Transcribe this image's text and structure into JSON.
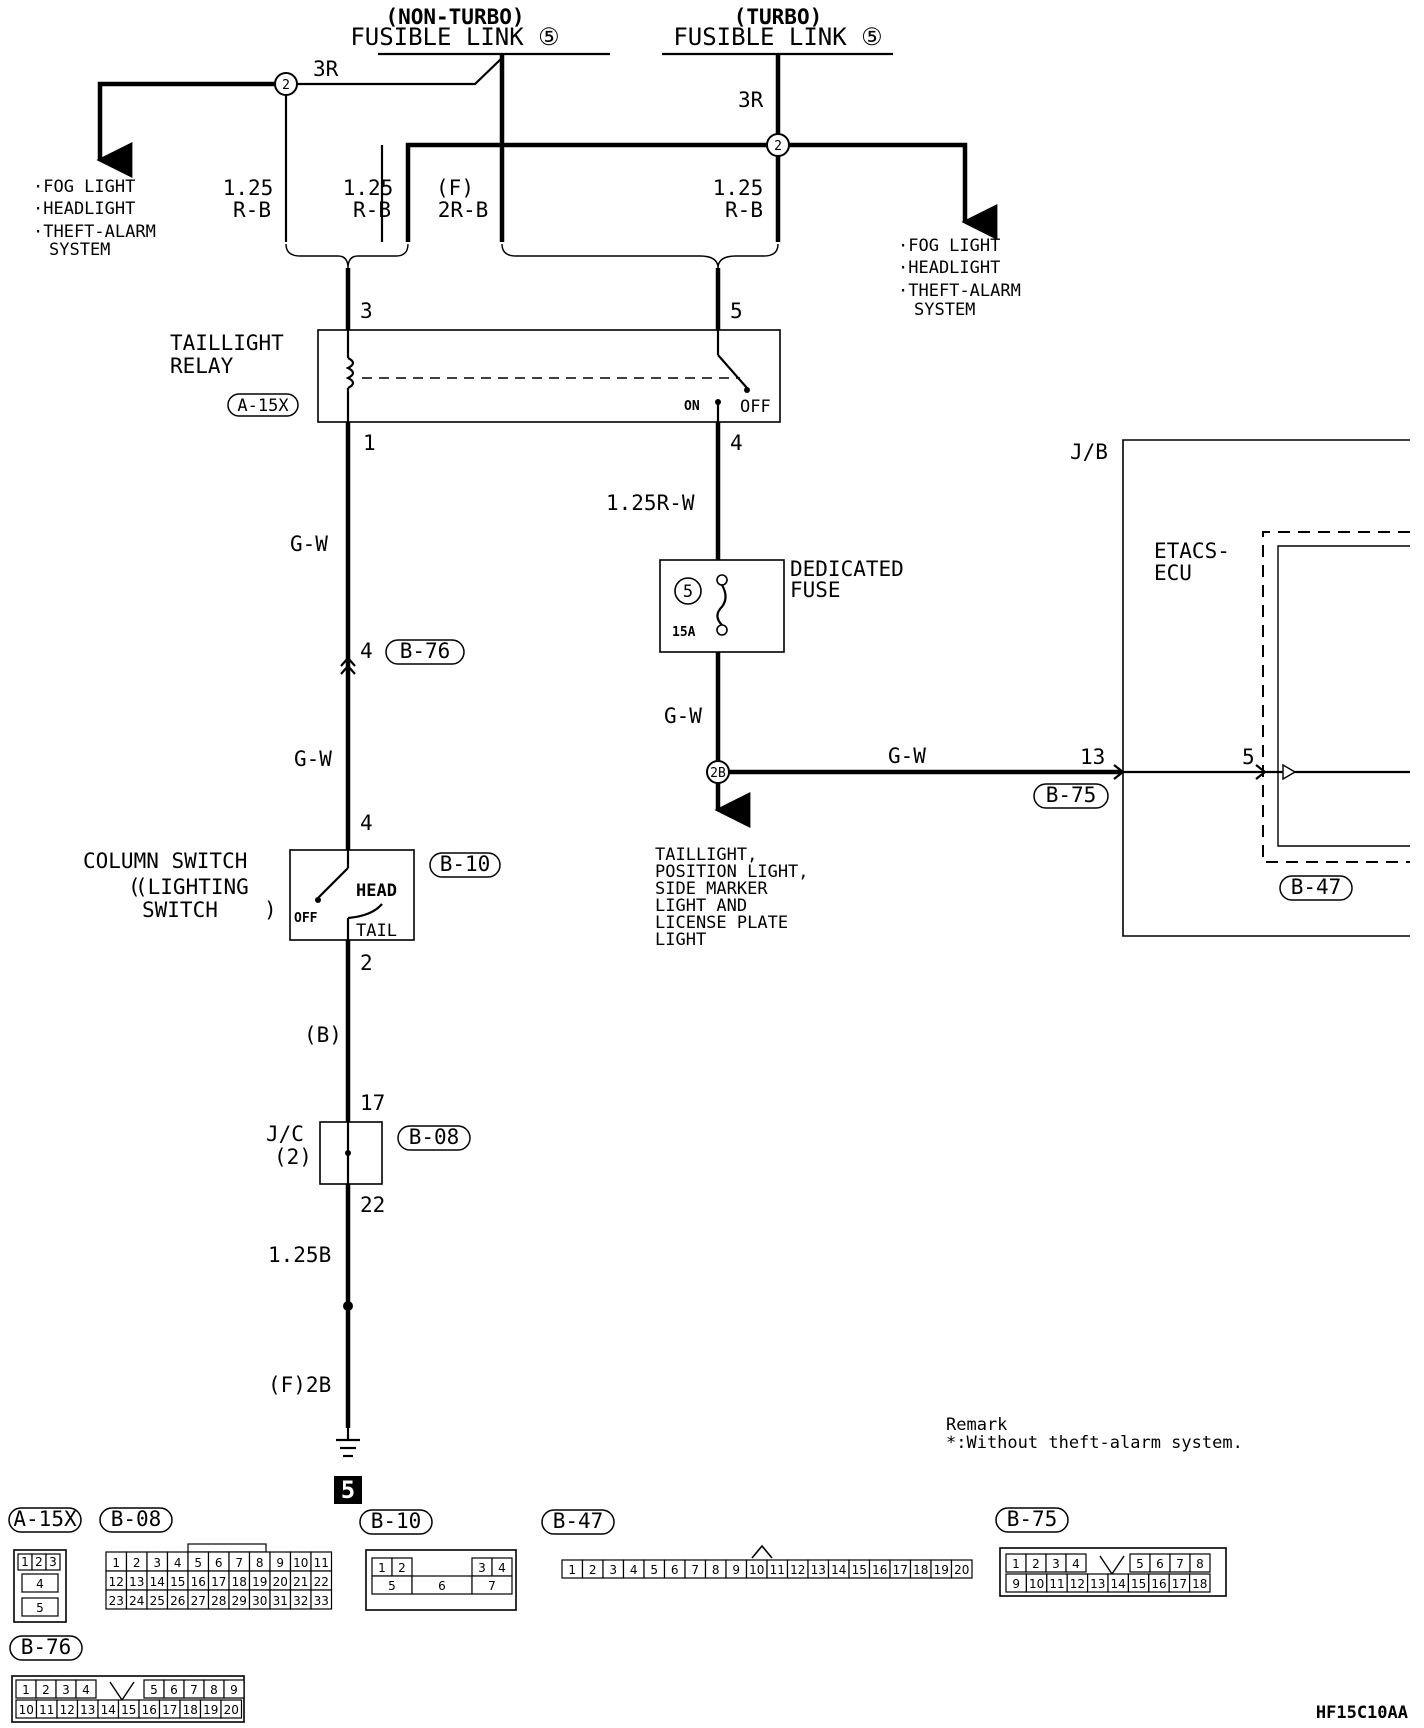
{
  "header": {
    "non_turbo_label": "(NON-TURBO)",
    "non_turbo_link": "FUSIBLE LINK ⑤",
    "turbo_label": "(TURBO)",
    "turbo_link": "FUSIBLE LINK ⑤"
  },
  "wires": {
    "w3r_left": "3R",
    "w3r_right": "3R",
    "size_125_a": "1.25",
    "rb_a": "R-B",
    "size_125_b": "1.25",
    "rb_b": "R-B",
    "f_note": "(F)",
    "f_2rb": "2R-B",
    "size_125_c": "1.25",
    "rb_c": "R-B",
    "gw_1": "G-W",
    "gw_2": "G-W",
    "gw_3": "G-W",
    "gw_4": "G-W",
    "r125w": "1.25R-W",
    "b_paren": "(B)",
    "b125": "1.25B",
    "f2b": "(F)2B"
  },
  "splices": {
    "left": "2",
    "right": "2",
    "mid": "2B"
  },
  "left_dest": [
    "·FOG LIGHT",
    "·HEADLIGHT",
    "·THEFT-ALARM",
    "SYSTEM"
  ],
  "right_dest": [
    "·FOG LIGHT",
    "·HEADLIGHT",
    "·THEFT-ALARM",
    "SYSTEM"
  ],
  "relay": {
    "title_1": "TAILLIGHT",
    "title_2": "RELAY",
    "connector": "A-15X",
    "pin_3": "3",
    "pin_5": "5",
    "pin_1": "1",
    "pin_4": "4",
    "on": "ON",
    "off": "OFF"
  },
  "fuse": {
    "title_1": "DEDICATED",
    "title_2": "FUSE",
    "number": "5",
    "rating": "15A"
  },
  "conn_b76": {
    "pin": "4",
    "label": "B-76"
  },
  "column_switch": {
    "title_1": "COLUMN SWITCH",
    "title_2": "(LIGHTING",
    "title_3": "SWITCH",
    "connector": "B-10",
    "pin_top": "4",
    "pin_bottom": "2",
    "head": "HEAD",
    "off": "OFF",
    "tail": "TAIL"
  },
  "jc": {
    "title_1": "J/C",
    "title_2": "(2)",
    "connector": "B-08",
    "pin_top": "17",
    "pin_bottom": "22"
  },
  "taillight_dest": [
    "TAILLIGHT,",
    "POSITION LIGHT,",
    "SIDE MARKER",
    "LIGHT AND",
    "LICENSE PLATE",
    "LIGHT"
  ],
  "jb": {
    "title": "J/B",
    "pin": "13",
    "connector": "B-75",
    "ecu_1": "ETACS-",
    "ecu_2": "ECU",
    "ecu_pin": "5",
    "ecu_connector": "B-47"
  },
  "ground": {
    "number": "5"
  },
  "remark": {
    "title": "Remark",
    "text": "*:Without theft-alarm system."
  },
  "connectors": {
    "a15x": {
      "label": "A-15X",
      "rows": [
        [
          "1",
          "2",
          "3"
        ],
        [
          "4"
        ],
        [
          "5"
        ]
      ]
    },
    "b08": {
      "label": "B-08",
      "rows": [
        [
          "1",
          "2",
          "3",
          "4",
          "5",
          "6",
          "7",
          "8",
          "9",
          "10",
          "11"
        ],
        [
          "12",
          "13",
          "14",
          "15",
          "16",
          "17",
          "18",
          "19",
          "20",
          "21",
          "22"
        ],
        [
          "23",
          "24",
          "25",
          "26",
          "27",
          "28",
          "29",
          "30",
          "31",
          "32",
          "33"
        ]
      ]
    },
    "b10": {
      "label": "B-10",
      "rows": [
        [
          "1",
          "2",
          "3",
          "4"
        ],
        [
          "5",
          "6",
          "7"
        ]
      ]
    },
    "b47": {
      "label": "B-47",
      "rows": [
        [
          "1",
          "2",
          "3",
          "4",
          "5",
          "6",
          "7",
          "8",
          "9",
          "10",
          "11",
          "12",
          "13",
          "14",
          "15",
          "16",
          "17",
          "18",
          "19",
          "20"
        ]
      ]
    },
    "b75": {
      "label": "B-75",
      "rows": [
        [
          "1",
          "2",
          "3",
          "4",
          "5",
          "6",
          "7",
          "8"
        ],
        [
          "9",
          "10",
          "11",
          "12",
          "13",
          "14",
          "15",
          "16",
          "17",
          "18"
        ]
      ]
    },
    "b76": {
      "label": "B-76",
      "rows": [
        [
          "1",
          "2",
          "3",
          "4",
          "5",
          "6",
          "7",
          "8",
          "9"
        ],
        [
          "10",
          "11",
          "12",
          "13",
          "14",
          "15",
          "16",
          "17",
          "18",
          "19",
          "20"
        ]
      ]
    }
  },
  "footer": {
    "code": "HF15C10AA"
  }
}
